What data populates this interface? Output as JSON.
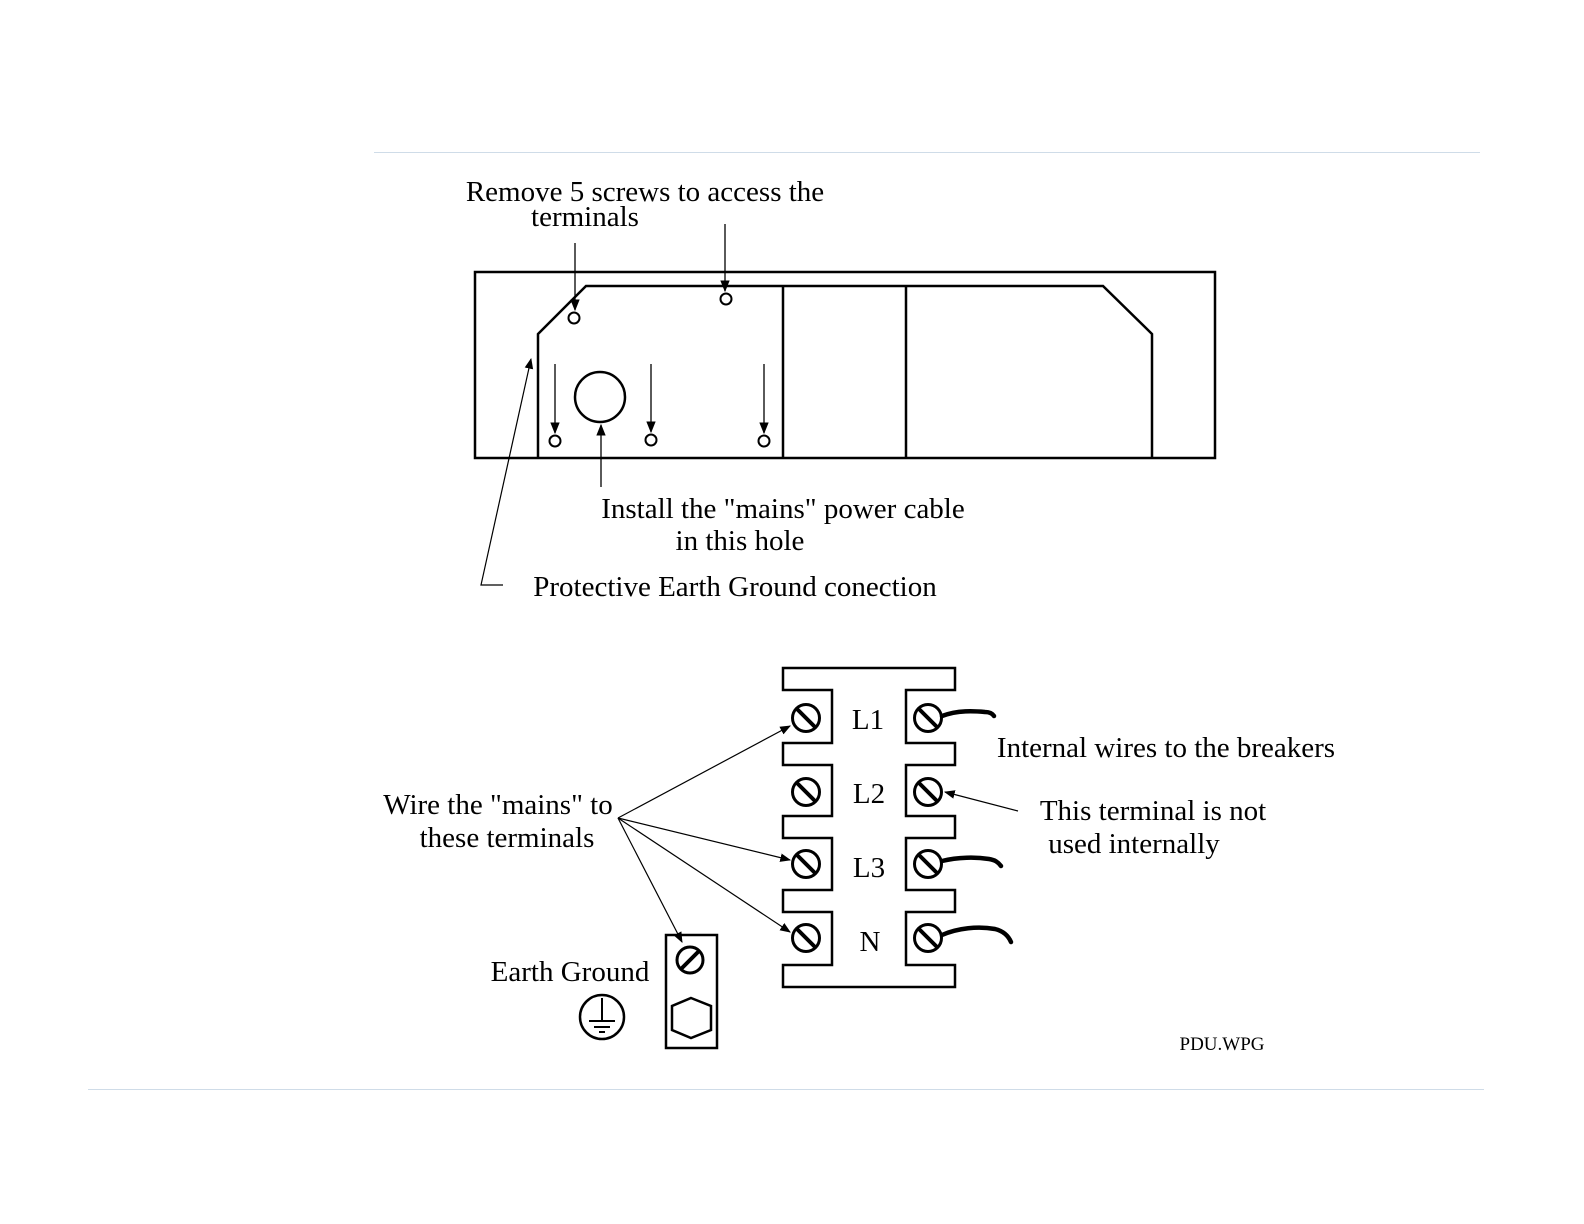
{
  "diagram": {
    "enclosure_labels": {
      "remove_screws_line1": "Remove 5 screws to access the",
      "remove_screws_line2": "terminals",
      "install_cable_line1": "Install the \"mains\" power cable",
      "install_cable_line2": "in this hole",
      "earth_connection": "Protective Earth Ground conection"
    },
    "terminal_block": {
      "terminals": [
        "L1",
        "L2",
        "L3",
        "N"
      ],
      "internal_wires": "Internal wires to the breakers",
      "not_used_line1": "This terminal is not",
      "not_used_line2": "used internally",
      "wire_mains_line1": "Wire the \"mains\" to",
      "wire_mains_line2": "these terminals",
      "earth_ground": "Earth Ground"
    },
    "file_name": "PDU.WPG",
    "accent_rule_color": "#cfdce8"
  }
}
